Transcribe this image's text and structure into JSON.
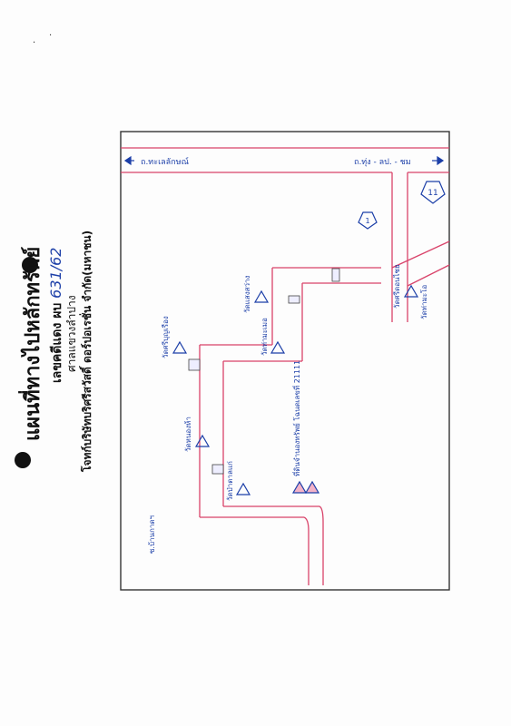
{
  "header": {
    "title": "แผนที่ทางไปหลักทรัพย์",
    "case_prefix": "เลขคดีแดง ผบ",
    "case_number": "631/62",
    "court": "ศาลแขวงลำปาง",
    "plaintiff": "โจทก์บริษัทบริศรีสวัสดิ์ ดอร์ปอเรชั่น จำกัด(มหาชน)"
  },
  "map": {
    "road_labels": {
      "top_left": "ถ.ทะเลลักษณ์",
      "top_right": "ถ.ทุ่ง - ลป. - ชม",
      "bottom_left": "ซ.บ้านกาดฯ"
    },
    "highway_numbers": [
      "1",
      "11"
    ],
    "landmarks": [
      {
        "name": "วัดแสงสว่าง",
        "kind": "temple"
      },
      {
        "name": "วัดท่ามะเมอ",
        "kind": "temple"
      },
      {
        "name": "วัดศรีบุญเรือง",
        "kind": "temple"
      },
      {
        "name": "วัดหนองห้า",
        "kind": "temple"
      },
      {
        "name": "วัดป่าตาลแก่",
        "kind": "temple"
      },
      {
        "name": "วัดศรีดอนไชย",
        "kind": "temple"
      },
      {
        "name": "วัดท่ามะโอ",
        "kind": "temple"
      }
    ],
    "target_property": "ที่ดินจำนองทรัพย์ โฉนดเลขที่ 21111",
    "colors": {
      "road": "#d9436a",
      "ink": "#1c3fa8",
      "frame": "#333333"
    }
  }
}
